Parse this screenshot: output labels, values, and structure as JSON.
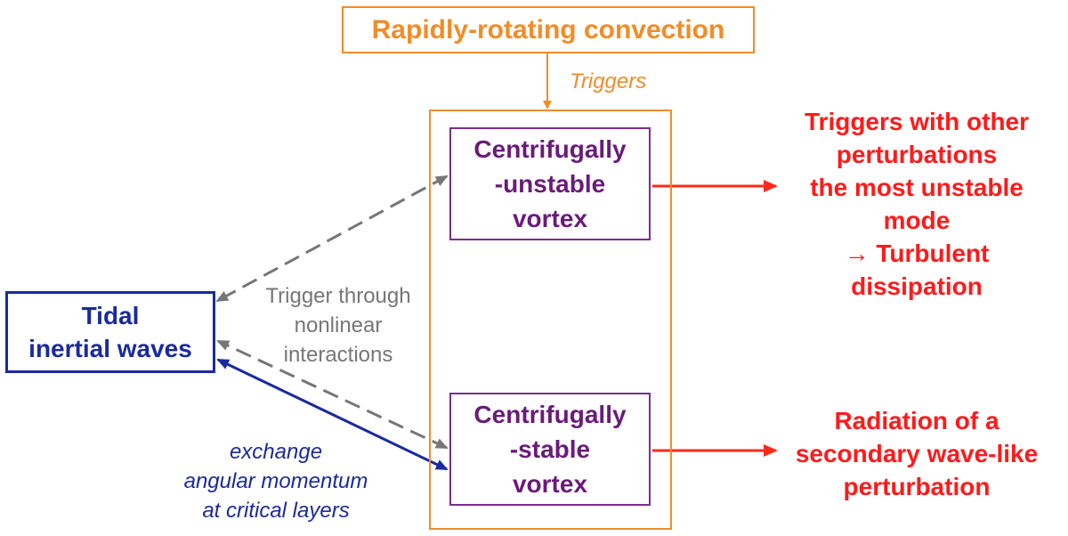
{
  "colors": {
    "orange": "#F28C28",
    "purple": "#7B2D8B",
    "navy": "#1A2A9E",
    "gray": "#767676",
    "red": "#FF1A1A"
  },
  "top_box": {
    "label": "Rapidly-rotating convection"
  },
  "triggers_label": "Triggers",
  "unstable_vortex": {
    "lines": [
      "Centrifugally",
      "-unstable",
      "vortex"
    ]
  },
  "stable_vortex": {
    "lines": [
      "Centrifugally",
      "-stable",
      "vortex"
    ]
  },
  "tidal_waves": {
    "lines": [
      "Tidal",
      "inertial waves"
    ]
  },
  "nonlinear_label": {
    "lines": [
      "Trigger through",
      "nonlinear",
      "interactions"
    ]
  },
  "exchange_label": {
    "lines": [
      "exchange",
      "angular momentum",
      "at critical layers"
    ]
  },
  "unstable_outcome": {
    "lines": [
      "Triggers with other",
      "perturbations",
      "the most unstable",
      "mode",
      "→ Turbulent",
      "dissipation"
    ]
  },
  "stable_outcome": {
    "lines": [
      "Radiation of a",
      "secondary wave-like",
      "perturbation"
    ]
  }
}
